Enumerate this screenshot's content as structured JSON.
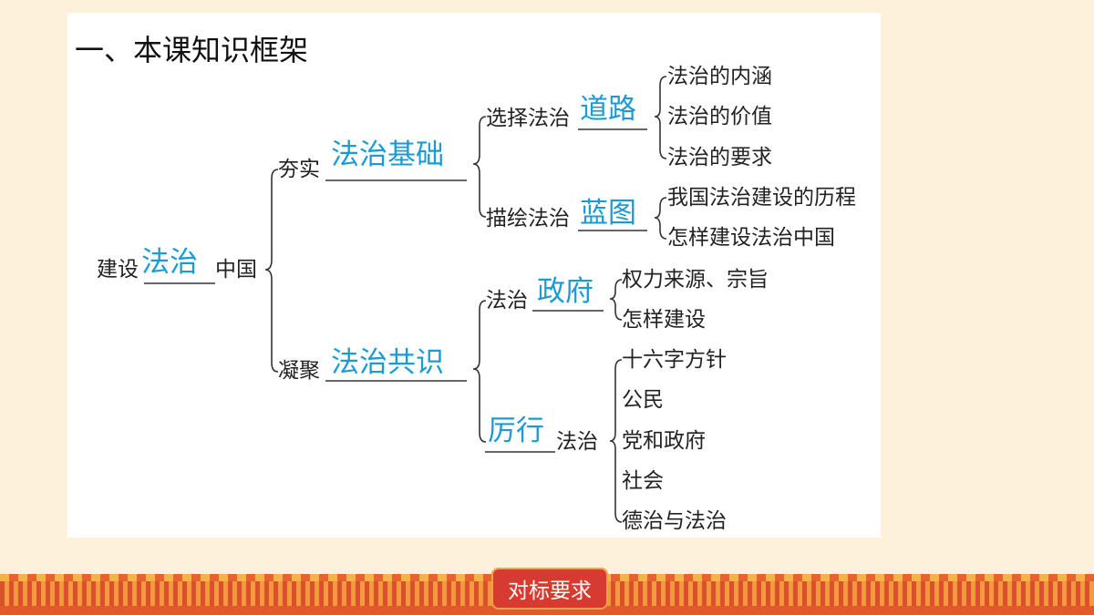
{
  "title": "一、本课知识框架",
  "root": {
    "prefix": "建设",
    "blank": "法治",
    "suffix": "中国"
  },
  "branch1": {
    "prefix": "夯实",
    "blank": "法治基础",
    "sub1": {
      "prefix": "选择法治",
      "blank": "道路",
      "items": [
        "法治的内涵",
        "法治的价值",
        "法治的要求"
      ]
    },
    "sub2": {
      "prefix": "描绘法治",
      "blank": "蓝图",
      "items": [
        "我国法治建设的历程",
        "怎样建设法治中国"
      ]
    }
  },
  "branch2": {
    "prefix": "凝聚",
    "blank": "法治共识",
    "sub1": {
      "prefix": "法治",
      "blank": "政府",
      "items": [
        "权力来源、宗旨",
        "怎样建设"
      ]
    },
    "sub2": {
      "blank": "厉行",
      "suffix": "法治",
      "items": [
        "十六字方针",
        "公民",
        "党和政府",
        "社会",
        "德治与法治"
      ]
    }
  },
  "footer_button": "对标要求"
}
